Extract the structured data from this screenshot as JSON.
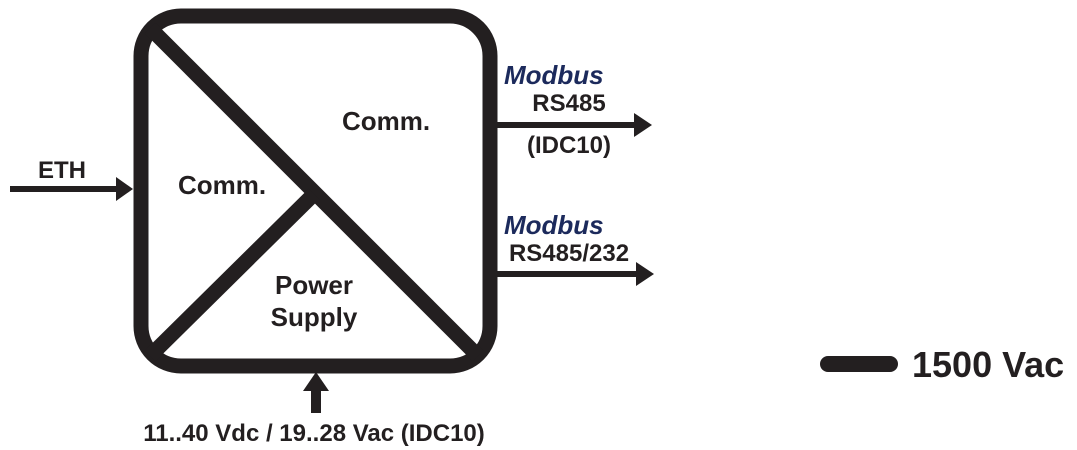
{
  "diagram": {
    "blocks": {
      "comm_top": "Comm.",
      "comm_left": "Comm.",
      "power_line1": "Power",
      "power_line2": "Supply"
    },
    "input": {
      "eth_label": "ETH"
    },
    "outputs": [
      {
        "brand": "Modbus",
        "line1": "RS485",
        "line2": "(IDC10)"
      },
      {
        "brand": "Modbus",
        "line1": "RS485/232"
      }
    ],
    "power_input": {
      "label": "11..40 Vdc / 19..28 Vac (IDC10)"
    },
    "legend": {
      "isolation_label": "1500 Vac"
    },
    "colors": {
      "stroke": "#231f20",
      "modbus_brand": "#1c2a5c",
      "background": "#ffffff"
    }
  }
}
